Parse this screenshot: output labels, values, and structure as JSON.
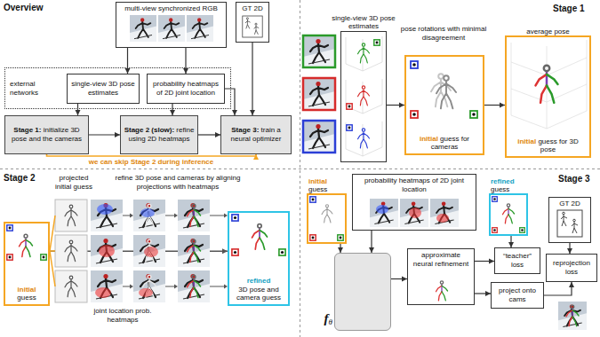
{
  "diagram": {
    "nodes": [
      {
        "text": [
          "multi-view synchronized RGB"
        ]
      },
      {
        "text": [
          "GT 2D"
        ]
      },
      {
        "text": [
          "external networks"
        ]
      },
      {
        "text": [
          "single-view 3D pose estimates"
        ],
        "in": 2
      },
      {
        "text": [
          "probability heatmaps of 2D joint location"
        ],
        "in": 2
      },
      {
        "text": [
          "Stage 1:",
          "initialize 3D pose and the cameras"
        ]
      },
      {
        "text": [
          "Stage 2 (slow):",
          "refine using 2D heatmaps"
        ]
      },
      {
        "text": [
          "Stage 3:",
          "train a neural optimizer"
        ]
      },
      {
        "text": [
          "single-view 3D pose estimates"
        ]
      },
      {
        "text": [
          "initial",
          "guess for cameras"
        ]
      },
      {
        "text": [
          "average pose",
          "initial",
          "guess for 3D pose"
        ]
      },
      {
        "text": [
          "initial",
          "guess"
        ]
      },
      {
        "text": [
          "refined",
          "3D pose and camera guess"
        ]
      },
      {
        "text": [
          "initial",
          "guess"
        ]
      },
      {
        "text": [
          "probability heatmaps of 2D joint location"
        ]
      },
      {
        "text": [
          "refined",
          "guess"
        ]
      },
      {
        "text": [
          "GT 2D"
        ]
      },
      {
        "text": [
          "f",
          "θ"
        ]
      },
      {
        "text": [
          "approximate neural refinement"
        ]
      },
      {
        "text": [
          "“teacher” loss"
        ]
      },
      {
        "text": [
          "project onto cams"
        ]
      },
      {
        "text": [
          "reprojection loss"
        ]
      }
    ],
    "edges": [
      {
        "from": 0,
        "to": 3,
        "arrow": "to"
      },
      {
        "from": 0,
        "to": 4,
        "arrow": "to"
      },
      {
        "from": 3,
        "to": 5,
        "arrow": "to"
      },
      {
        "from": 4,
        "to": 6,
        "arrow": "to"
      },
      {
        "from": 4,
        "to": 7,
        "arrow": "to"
      },
      {
        "from": 1,
        "to": 7,
        "arrow": "to"
      },
      {
        "from": 5,
        "to": 6,
        "arrow": "to"
      },
      {
        "from": 6,
        "to": 7,
        "arrow": "to"
      },
      {
        "from": 5,
        "to": 7,
        "arrow": "to",
        "label": "we can skip Stage 2 during inference"
      },
      {
        "from": 8,
        "to": 9,
        "arrow": "to"
      },
      {
        "from": 9,
        "to": 10,
        "arrow": "to"
      },
      {
        "from": 11,
        "to": 12,
        "arrow": "to"
      },
      {
        "from": 13,
        "to": 17,
        "arrow": "to"
      },
      {
        "from": 14,
        "to": 17,
        "arrow": "to"
      },
      {
        "from": 17,
        "to": 18,
        "arrow": "to"
      },
      {
        "from": 18,
        "to": 19,
        "arrow": "to"
      },
      {
        "from": 15,
        "to": 19,
        "arrow": "to"
      },
      {
        "from": 18,
        "to": 20,
        "arrow": "to"
      },
      {
        "from": 20,
        "to": 21,
        "arrow": "to"
      },
      {
        "from": 16,
        "to": 21,
        "arrow": "to"
      }
    ],
    "labels": [
      "Overview",
      "Stage 1",
      "pose rotations with minimal disagreement",
      "Stage 2",
      "projected initial guess",
      "refine 3D pose and cameras by aligning projections with heatmaps",
      "joint location prob. heatmaps",
      "Stage 3"
    ]
  }
}
